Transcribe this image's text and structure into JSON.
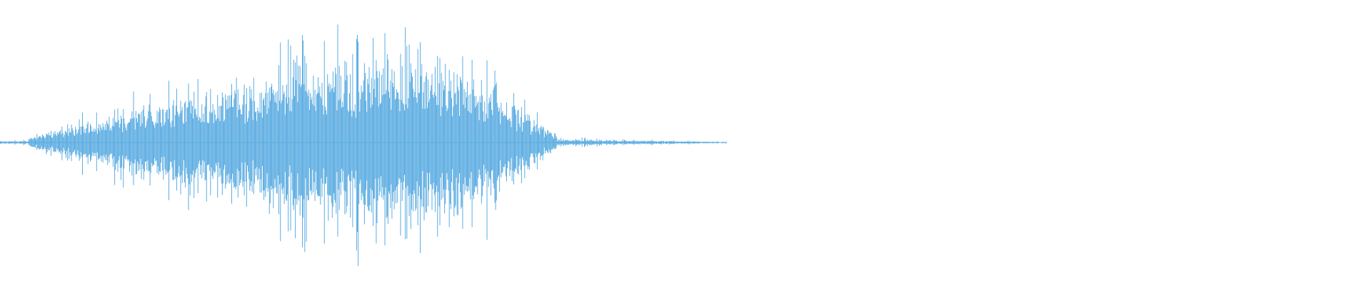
{
  "waveform": {
    "color": "#5dade2",
    "background": "#ffffff",
    "duration_fraction_with_signal": 0.53,
    "peak_amplitude": 0.82,
    "envelope_shape": "swell-then-decay",
    "tail_fraction": 0.14
  }
}
